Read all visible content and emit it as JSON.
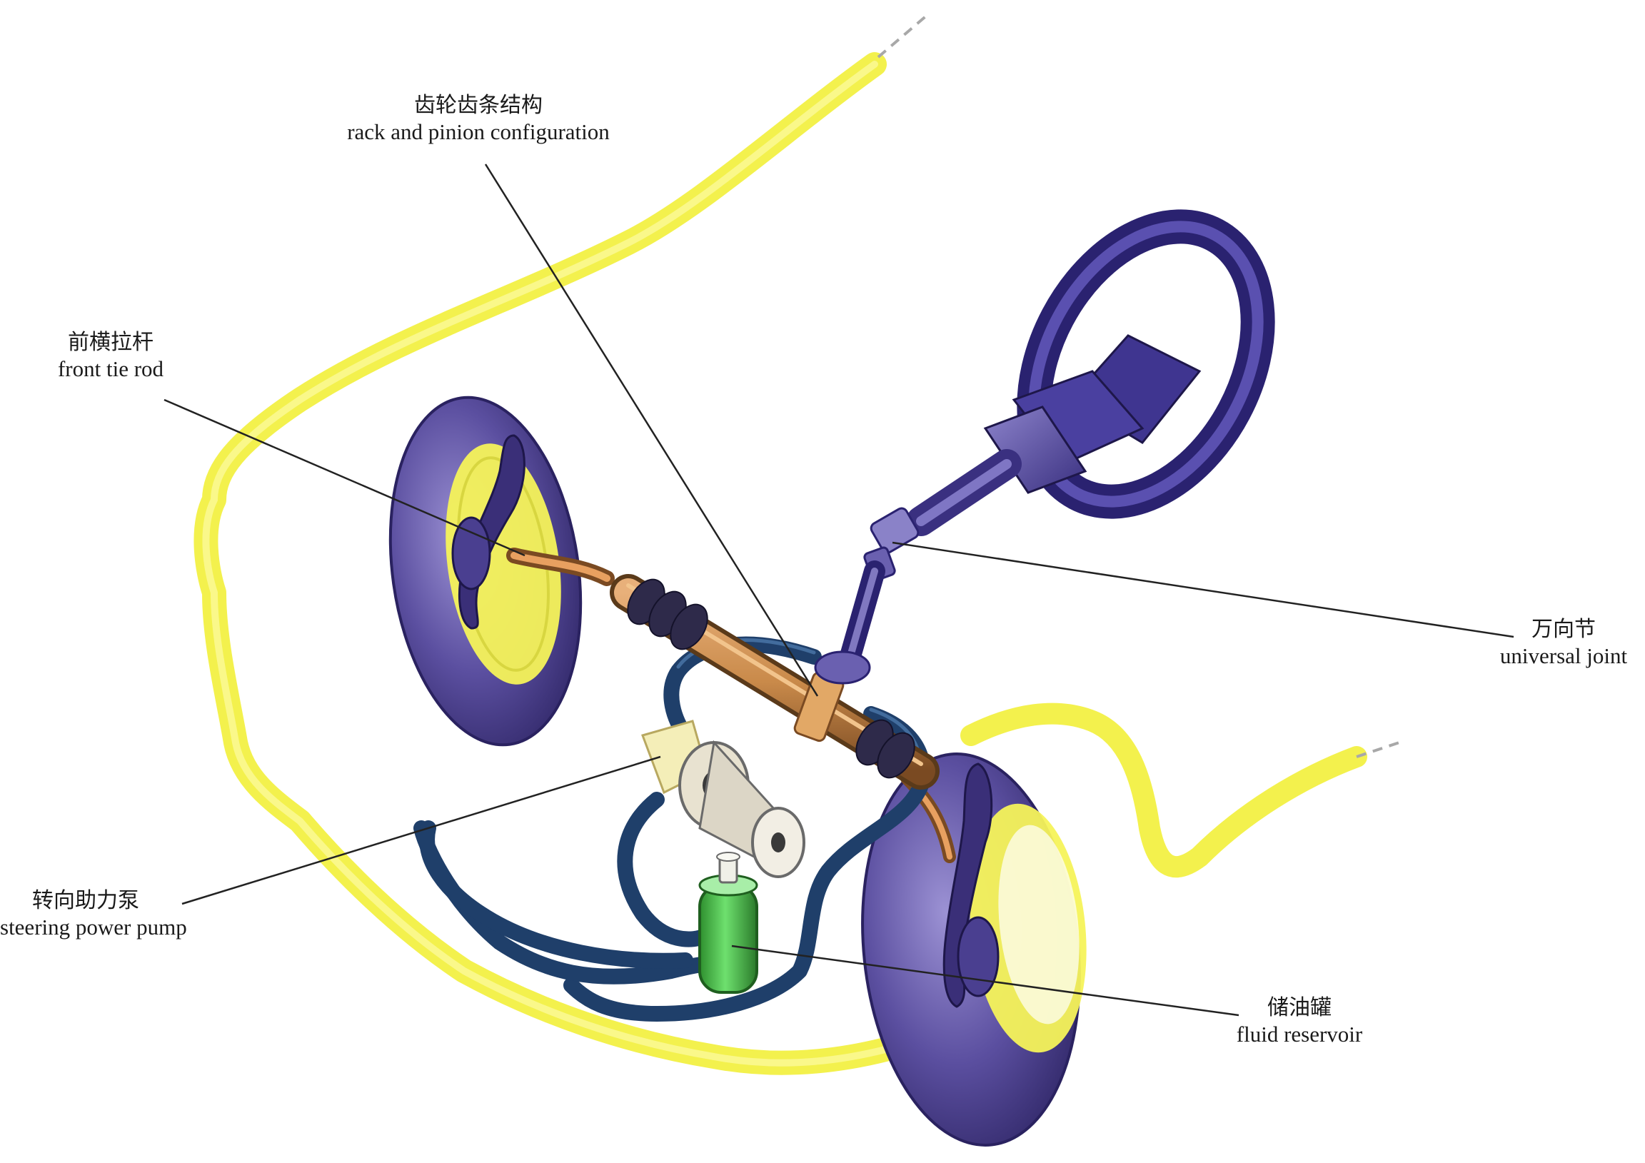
{
  "labels": {
    "rack_pinion": {
      "zh": "齿轮齿条结构",
      "en": "rack and pinion configuration"
    },
    "front_tie_rod": {
      "zh": "前横拉杆",
      "en": "front tie rod"
    },
    "universal_joint": {
      "zh": "万向节",
      "en": "universal joint"
    },
    "steering_power_pump": {
      "zh": "转向助力泵",
      "en": "steering power pump"
    },
    "fluid_reservoir": {
      "zh": "储油罐",
      "en": "fluid reservoir"
    }
  },
  "colors": {
    "car_outline": "#f2ef3a",
    "tire": "#5b4fa0",
    "tire_dark": "#3a2f78",
    "tire_light": "#8a80c4",
    "rim": "#f5f35a",
    "steering_wheel": "#3f3590",
    "steering_column": "#5a50a8",
    "rack": "#c98a4a",
    "rack_dark": "#8b5a2b",
    "hose": "#1f3f6a",
    "pump_body": "#f4eeb8",
    "reservoir": "#46c046",
    "leader_line": "#222222"
  }
}
